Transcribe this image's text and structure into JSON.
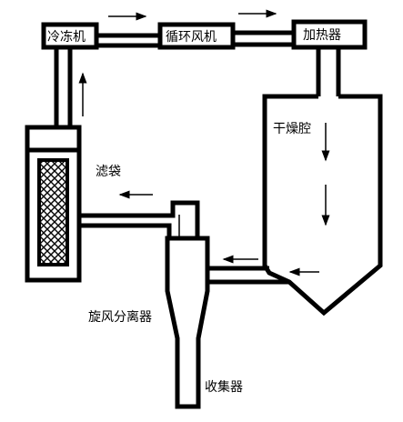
{
  "labels": {
    "chiller": "冷冻机",
    "fan": "循环风机",
    "heater": "加热器",
    "chamber": "干燥腔",
    "filter_bag": "滤袋",
    "cyclone": "旋风分离器",
    "collector": "收集器"
  },
  "colors": {
    "line": "#000000",
    "background": "#ffffff"
  }
}
